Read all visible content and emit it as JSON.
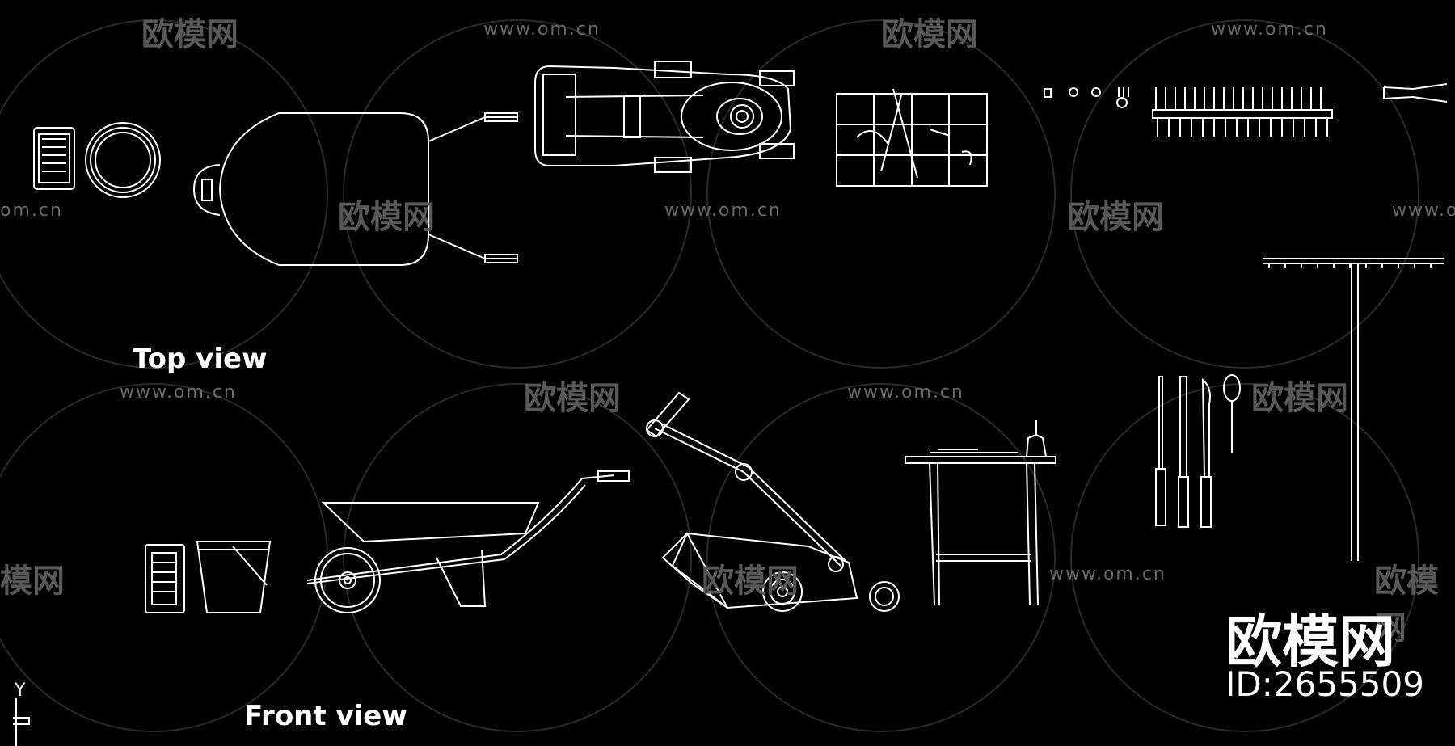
{
  "labels": {
    "top_view": "Top view",
    "front_view": "Front view"
  },
  "watermark": {
    "site": "www.om.cn",
    "logo_text": "欧模网",
    "site_partial": "om.cn",
    "logo_partial": "模网"
  },
  "brand": {
    "logo_text": "欧模网",
    "id_text": "ID:2655509"
  },
  "ucs": {
    "y_axis": "Y"
  },
  "colors": {
    "background": "#000000",
    "linework": "#ffffff",
    "watermark": "#5a5a5a"
  }
}
